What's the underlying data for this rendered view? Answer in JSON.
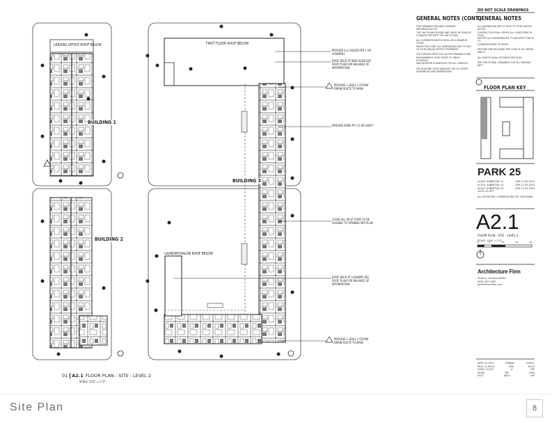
{
  "sheet": {
    "leasing_label": "LEASING OFFICE ROOF BELOW",
    "first_floor_label": "FIRST FLOOR ROOF BELOW",
    "laundry_label": "LAUNDRY/SALON ROOF BELOW",
    "building_1": "BUILDING 1",
    "building_2": "BUILDING 2",
    "building_3": "BUILDING 3",
    "callouts": [
      "PROVIDE 2x2 SOLIDS PER 1 HR ASSEMBLY",
      "ROOF DECK AT NEW SLIDE SEE ROOF PLAN FOR BALANCE OF INFORMATION",
      "PROVIDE 1 LEVEL 1 STORM DRAIN ROUTE TO MAIN",
      "PROVIDE RISER PIT (1) HR SHAFT",
      "CLEAR ALL 48 SF STAIR TO BE ALIGNED TO OPENING PER PLAN",
      "ROOF DECK AT LAUNDRY SEE ROOF PLAN FOR BALANCE OF INFORMATION",
      "PROVIDE 1 LEVEL 1 STORM DRAIN ROUTE TO MAIN"
    ],
    "plan_title_num": "01",
    "plan_title_sheet": "A2.1",
    "plan_title": "FLOOR PLAN - SITE - LEVEL 2",
    "plan_scale": "SCALE: 1/16\" = 1'-0\""
  },
  "notes": {
    "dnsd": "DO NOT SCALE DRAWINGS",
    "general_cont": "GENERAL NOTES (CONT.)",
    "general": "GENERAL NOTES",
    "cont_lines": [
      "THIS DRAWING PROVIDES GENERAL INFORMATION FOR",
      "THE UNIT PLANS SHOWN AND SHALL BE READ IN",
      "CONJUNCTION WITH THE UNIT PLANS.",
      "",
      "ALL CORRIDOR WIDTHS SHALL BE A MINIMUM CLEAR",
      "WIDTH PER CODE. ALL DIMENSIONS ARE TO FACE",
      "OF STUD UNLESS NOTED OTHERWISE.",
      "",
      "THE FINISHES DEPICTED ON THE DRAWINGS ARE",
      "DIAGRAMMATIC ONLY. REFER TO FINISH SCHEDULE",
      "AND INTERIOR ELEVATIONS FOR ALL FINISHES.",
      "",
      "SEE BUILDING CODE ANALYSIS FOR ALL RATED",
      "ASSEMBLIES AND SEPARATIONS."
    ],
    "general_lines": [
      "ALL DIMENSIONS ARE TO FACE OF STUD UNLESS NOTED",
      "CONTRACTOR SHALL VERIFY ALL CONDITIONS IN FIELD",
      "REPORT ALL DISCREPANCIES TO ARCHITECT PRIOR TO",
      "COMMENCEMENT OF WORK",
      "",
      "PROVIDE FIRE BLOCKING PER CODE AT ALL RATED WALLS",
      "",
      "ALL SHAFTS SHALL BE RATED PER PLAN",
      "",
      "SEE STRUCTURAL DRAWINGS FOR ALL FRAMING INFO"
    ],
    "key_title": "FLOOR PLAN KEY",
    "project": "PARK 25",
    "project_lines": [
      [
        "SCALE: SUBMITTAL 01",
        "APR 27-03-2023"
      ],
      [
        "SCALE: SUBMITTAL 02",
        "APR 27-03-2023"
      ],
      [
        "SCALE: SUBMITTAL 03",
        "APR 27-03-2023"
      ],
      [
        "100% CD SET",
        ""
      ]
    ],
    "revisions_label": "ALL REVISIONS / SUBMISSIONS SET FOR DRAW",
    "sheet_number": "A2.1",
    "sheet_title": "FLOOR PLAN - SITE - LEVEL 2",
    "sheet_scale": "SCALE: 1/16\" = 1'-0\"",
    "scale_ticks": [
      "0",
      "8'",
      "16'",
      "32'",
      "64'"
    ],
    "firm": "Architecture Firm",
    "firm_lines": [
      "Phoenix, Arizona 85004",
      "(602) 997-1305",
      "architecturefirm.com"
    ],
    "stamp_rows": [
      [
        "DATE: 01.2023",
        "DRAWN:",
        "CHECK:"
      ],
      [
        "PROJ: 22-000-R",
        "GRA",
        "AS-20"
      ],
      [
        "ISSUE: CD SET",
        "JC",
        "CPE"
      ],
      [
        "PHASE",
        "CPE",
        "CPEA"
      ],
      [
        "PLOT:",
        "ARCH",
        "CPE"
      ]
    ]
  },
  "slide": {
    "title": "Site Plan",
    "page": "8"
  }
}
